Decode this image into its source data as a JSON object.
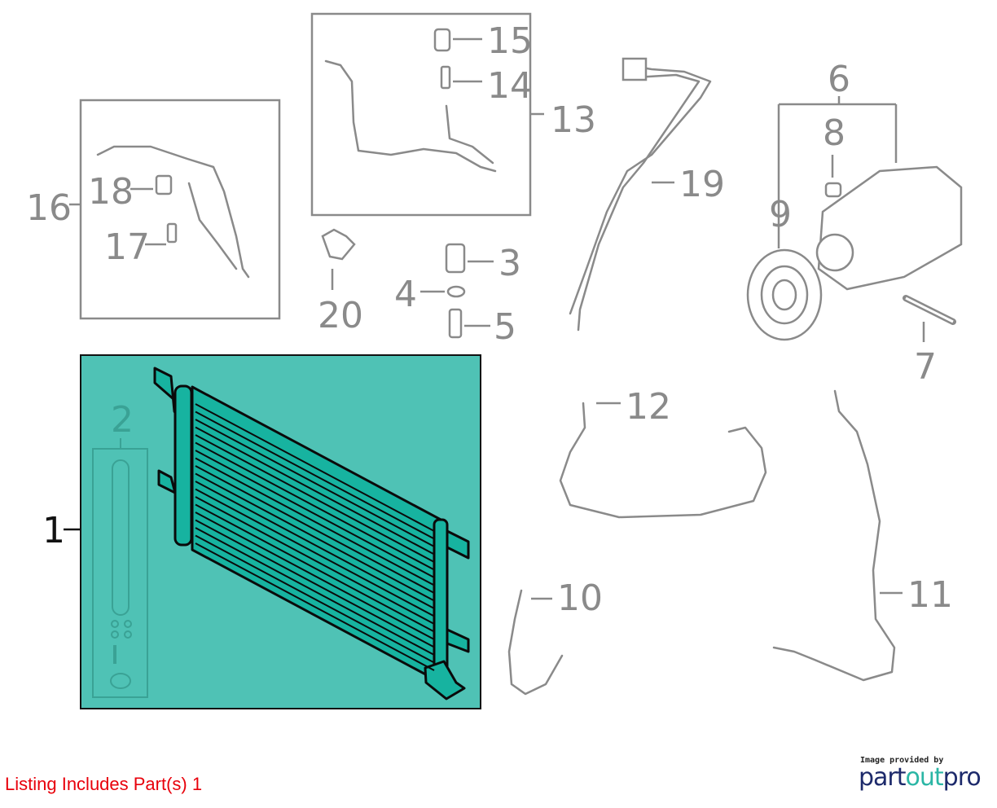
{
  "callouts": {
    "p1": "1",
    "p2": "2",
    "p3": "3",
    "p4": "4",
    "p5": "5",
    "p6": "6",
    "p7": "7",
    "p8": "8",
    "p9": "9",
    "p10": "10",
    "p11": "11",
    "p12": "12",
    "p13": "13",
    "p14": "14",
    "p15": "15",
    "p16": "16",
    "p17": "17",
    "p18": "18",
    "p19": "19",
    "p20": "20"
  },
  "highlight_color": "#4fc2b5",
  "footer": {
    "listing": "Listing Includes Part(s) 1"
  },
  "logo": {
    "caption": "Image provided by",
    "brand_a": "part",
    "brand_b": "out",
    "brand_c": "pro"
  }
}
